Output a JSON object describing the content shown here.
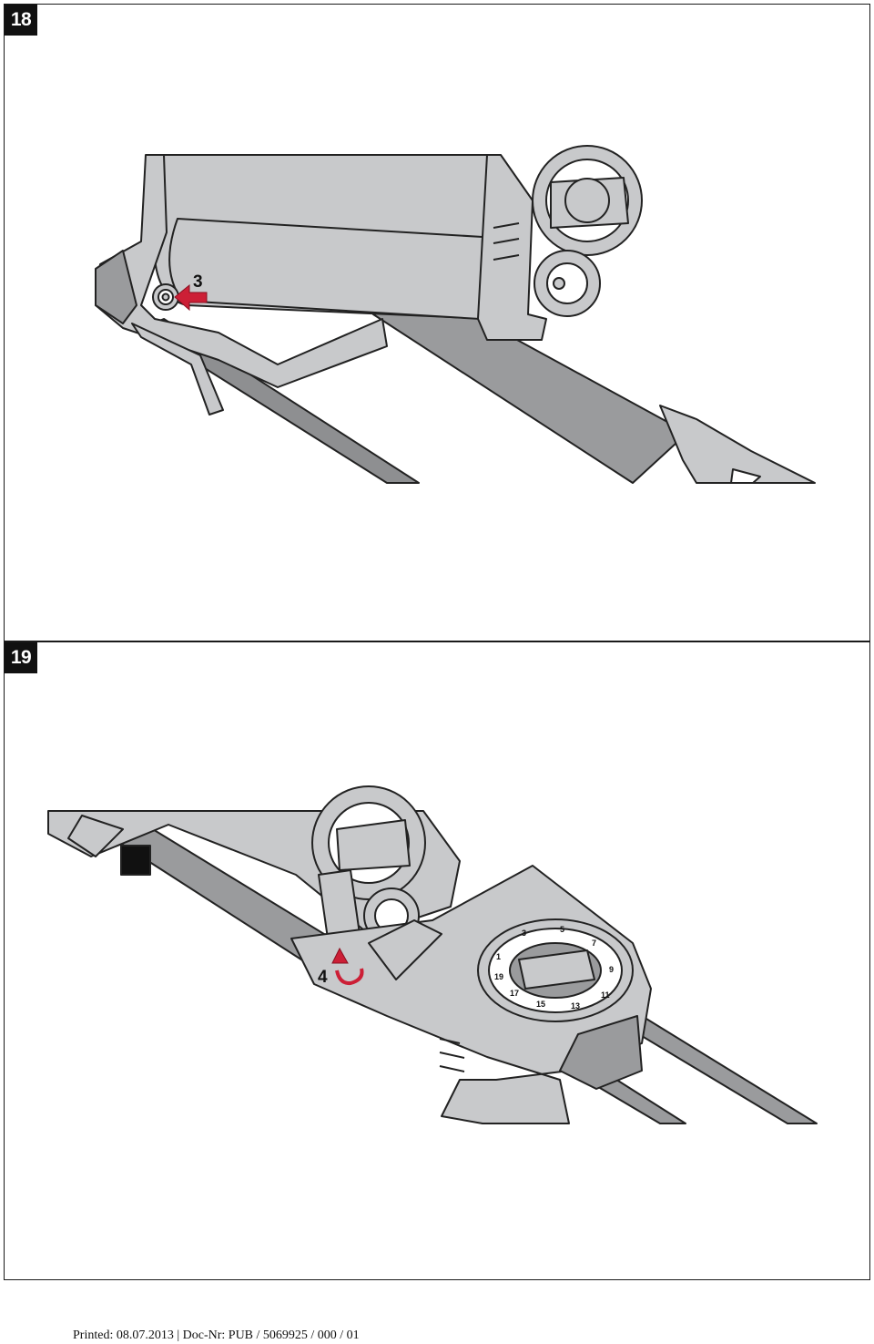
{
  "figures": [
    {
      "number": "18",
      "callout": "3"
    },
    {
      "number": "19",
      "callout": "4"
    }
  ],
  "dial_labels": [
    "1",
    "3",
    "5",
    "7",
    "9",
    "11",
    "13",
    "15",
    "17",
    "19"
  ],
  "footer": {
    "text": "Printed: 08.07.2013 | Doc-Nr: PUB / 5069925 / 000 / 01"
  },
  "colors": {
    "body": "#c8c9cb",
    "dark": "#9a9b9d",
    "outline": "#222222",
    "accent": "#cc1f36"
  }
}
